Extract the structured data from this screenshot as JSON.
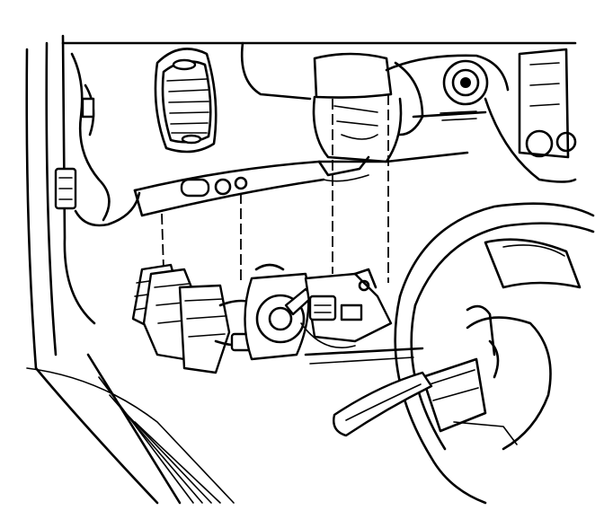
{
  "figure": {
    "caption": "",
    "parts": [
      {
        "id": "instrument-panel-vent",
        "label": ""
      },
      {
        "id": "steering-column-cover",
        "label": ""
      },
      {
        "id": "instrument-panel-lower-trim",
        "label": ""
      },
      {
        "id": "steering-column-harness",
        "label": ""
      },
      {
        "id": "ignition-lock-cylinder",
        "label": ""
      },
      {
        "id": "steering-wheel",
        "label": ""
      },
      {
        "id": "turn-signal-lever",
        "label": ""
      },
      {
        "id": "kick-panel-connector",
        "label": ""
      }
    ]
  }
}
